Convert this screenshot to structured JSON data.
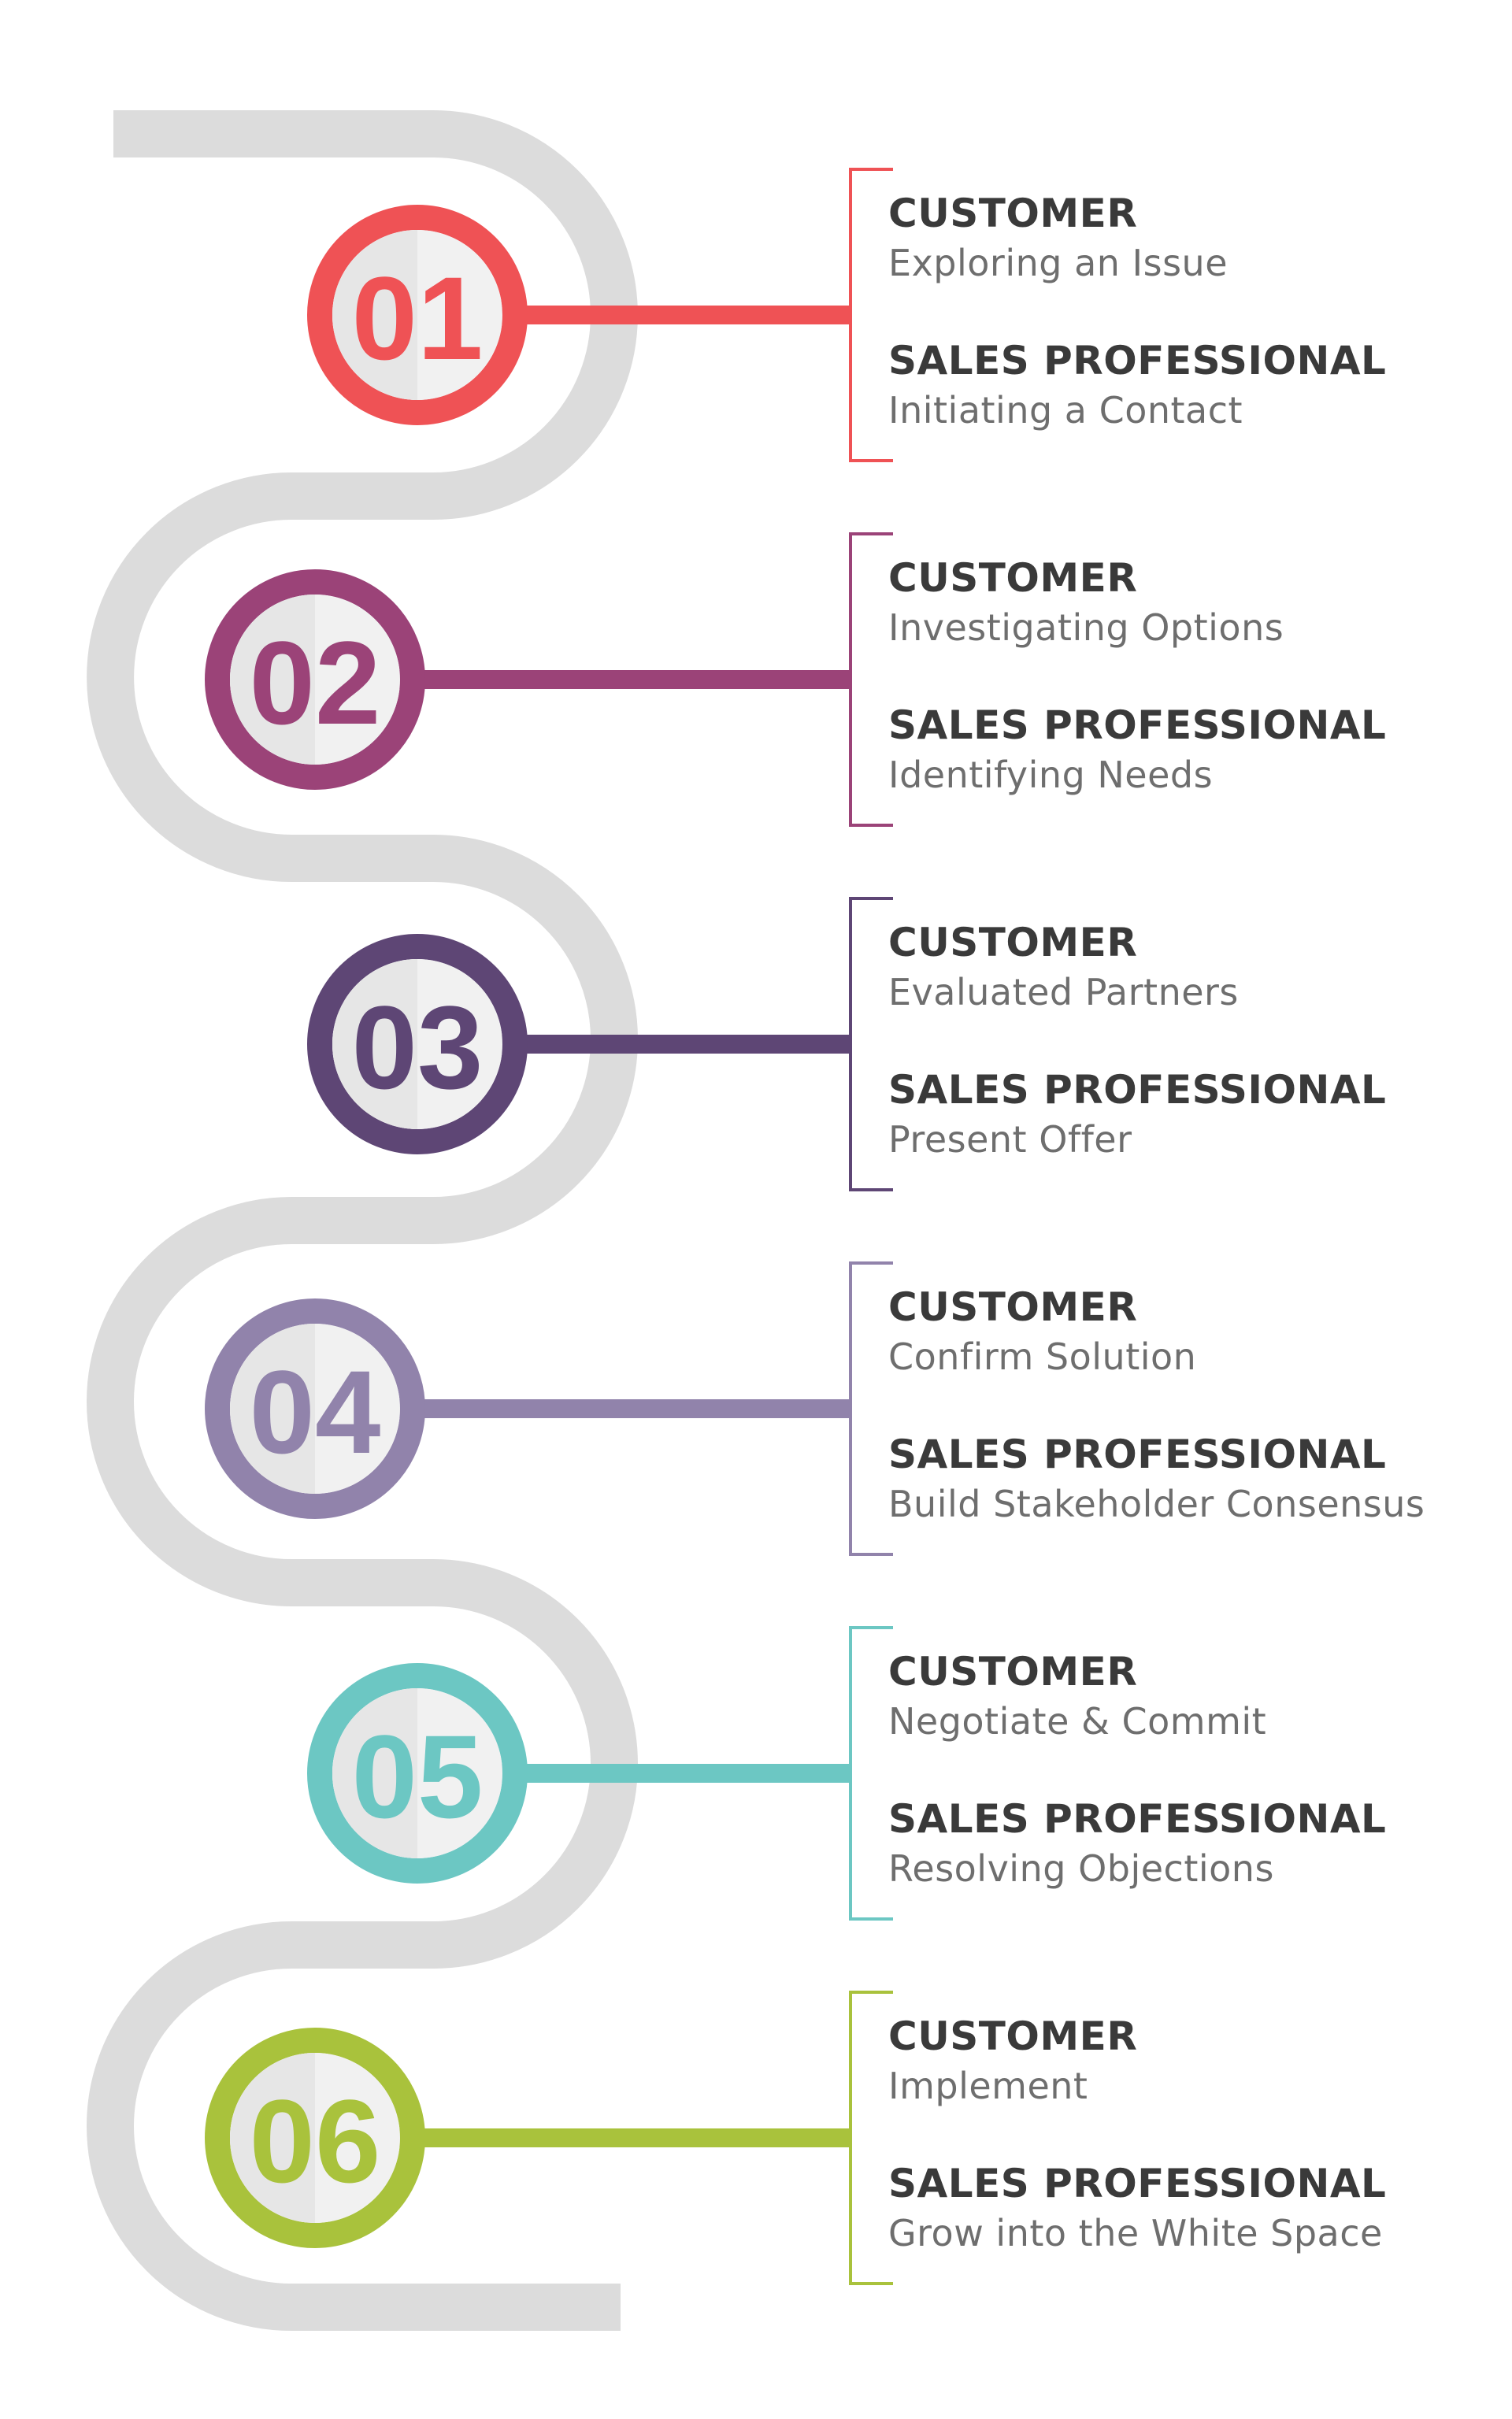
{
  "colors": {
    "track": "#dcdcdc",
    "inner_circle": "#f1f1f1",
    "inner_circle_shade": "#e6e6e6",
    "role_text": "#3a3a3a",
    "desc_text": "#6e6e6e"
  },
  "steps": [
    {
      "number": "01",
      "color": "#ef5255",
      "customer_label": "CUSTOMER",
      "customer_desc": "Exploring an Issue",
      "sales_label": "SALES PROFESSIONAL",
      "sales_desc": "Initiating a Contact"
    },
    {
      "number": "02",
      "color": "#9b4378",
      "customer_label": "CUSTOMER",
      "customer_desc": "Investigating Options",
      "sales_label": "SALES PROFESSIONAL",
      "sales_desc": "Identifying Needs"
    },
    {
      "number": "03",
      "color": "#5e4675",
      "customer_label": "CUSTOMER",
      "customer_desc": "Evaluated  Partners",
      "sales_label": "SALES PROFESSIONAL",
      "sales_desc": "Present Offer"
    },
    {
      "number": "04",
      "color": "#9183ab",
      "customer_label": "CUSTOMER",
      "customer_desc": "Confirm Solution",
      "sales_label": "SALES PROFESSIONAL",
      "sales_desc": "Build Stakeholder Consensus"
    },
    {
      "number": "05",
      "color": "#6cc7c3",
      "customer_label": "CUSTOMER",
      "customer_desc": "Negotiate & Commit",
      "sales_label": "SALES PROFESSIONAL",
      "sales_desc": "Resolving Objections"
    },
    {
      "number": "06",
      "color": "#a9c23c",
      "customer_label": "CUSTOMER",
      "customer_desc": "Implement",
      "sales_label": "SALES PROFESSIONAL",
      "sales_desc": "Grow into the White Space"
    }
  ]
}
